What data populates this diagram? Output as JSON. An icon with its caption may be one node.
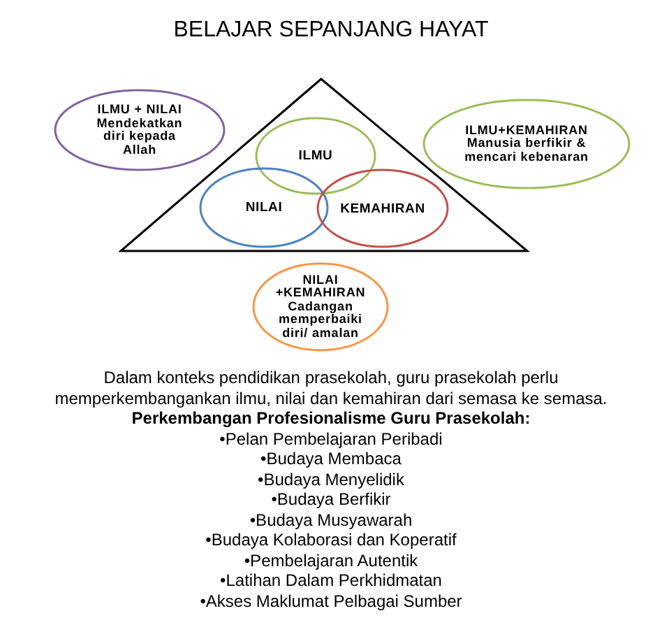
{
  "diagram": {
    "title": "BELAJAR SEPANJANG HAYAT",
    "nodes": [
      {
        "text": [
          "ILMU + NILAI",
          "Mendekatkan diri kepada Allah"
        ]
      },
      {
        "text": [],
        "shape": "triangle"
      },
      {
        "text": [
          "ILMU"
        ],
        "in": 1
      },
      {
        "text": [
          "NILAI"
        ],
        "in": 1
      },
      {
        "text": [
          "KEMAHIRAN"
        ],
        "in": 1
      },
      {
        "text": [
          "ILMU+KEMAHIRAN",
          "Manusia berfikir & mencari kebenaran"
        ]
      },
      {
        "text": [
          "NILAI +KEMAHIRAN",
          "Cadangan memperbaiki diri/ amalan"
        ]
      }
    ],
    "labels": [
      "Dalam konteks pendidikan prasekolah, guru prasekolah perlu memperkembangankan ilmu, nilai dan kemahiran dari semasa ke semasa.",
      "Perkembangan Profesionalisme Guru Prasekolah:",
      "•Pelan Pembelajaran Peribadi",
      "•Budaya Membaca",
      "•Budaya Menyelidik",
      "•Budaya Berfikir",
      "•Budaya Musyawarah",
      "•Budaya Kolaborasi dan Koperatif",
      "•Pembelajaran Autentik",
      "•Latihan Dalam Perkhidmatan",
      "•Akses Maklumat Pelbagai Sumber"
    ]
  }
}
